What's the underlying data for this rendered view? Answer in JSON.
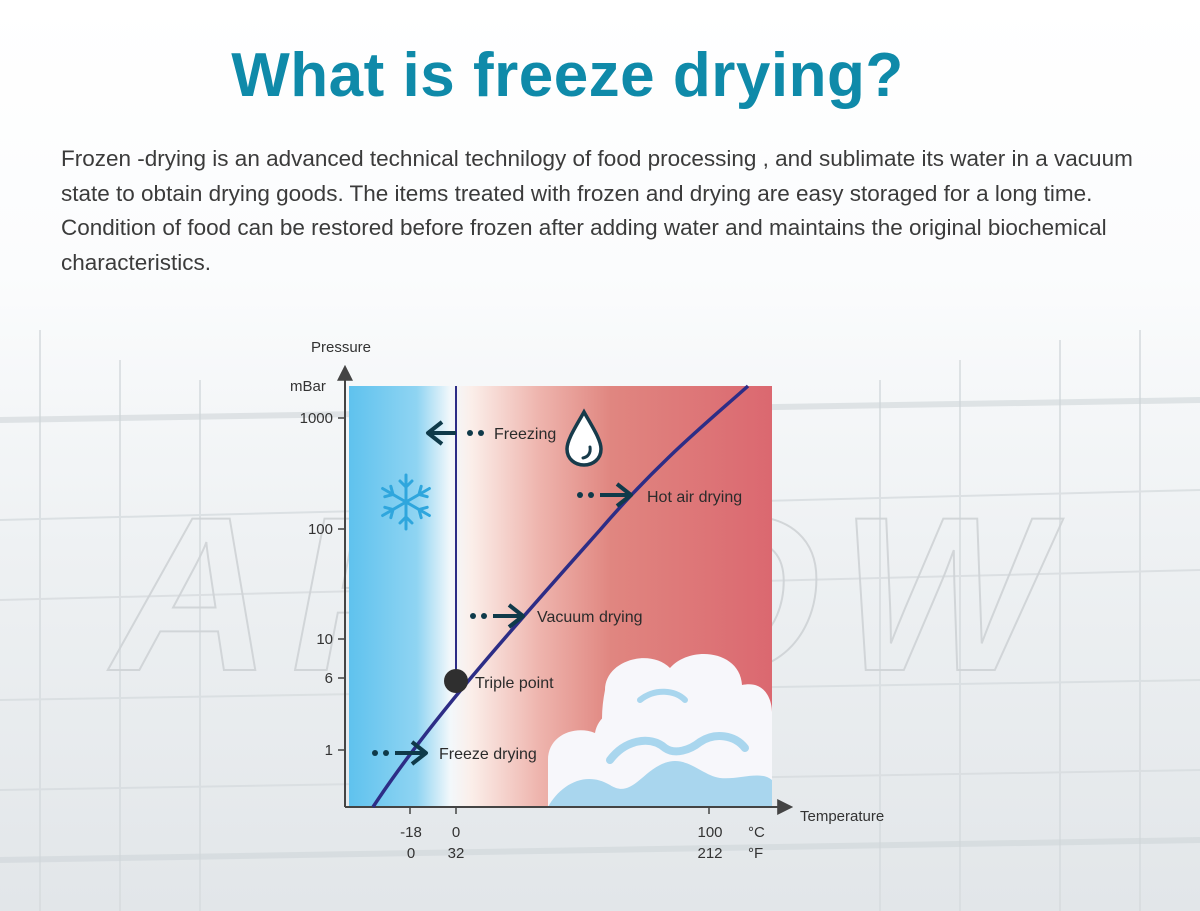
{
  "page": {
    "title": "What is freeze drying?",
    "intro": "Frozen -drying is an advanced technical technilogy of food processing , and sublimate its water in a vacuum state to obtain drying goods. The items treated with frozen and drying are easy  storaged for a long time. Condition of food can be restored before frozen after adding water and maintains the original biochemical characteristics.",
    "watermark": "ARROW"
  },
  "diagram": {
    "y_axis": {
      "title": "Pressure",
      "unit": "mBar",
      "ticks": [
        {
          "label": "1000",
          "value": 1000
        },
        {
          "label": "100",
          "value": 100
        },
        {
          "label": "10",
          "value": 10
        },
        {
          "label": "6",
          "value": 6
        },
        {
          "label": "1",
          "value": 1
        }
      ]
    },
    "x_axis": {
      "title": "Temperature",
      "unit_c": "°C",
      "unit_f": "°F",
      "ticks": [
        {
          "c": "-18",
          "f": "0"
        },
        {
          "c": "0",
          "f": "32"
        },
        {
          "c": "100",
          "f": "212"
        }
      ]
    },
    "labels": {
      "freezing": "Freezing",
      "hot_air_drying": "Hot air drying",
      "vacuum_drying": "Vacuum drying",
      "triple_point": "Triple point",
      "freeze_drying": "Freeze drying"
    },
    "colors": {
      "ice": "#5fc2ee",
      "liquid": "#dd6b72",
      "curve": "#2d2d86",
      "arrow": "#0f3a4a"
    }
  }
}
